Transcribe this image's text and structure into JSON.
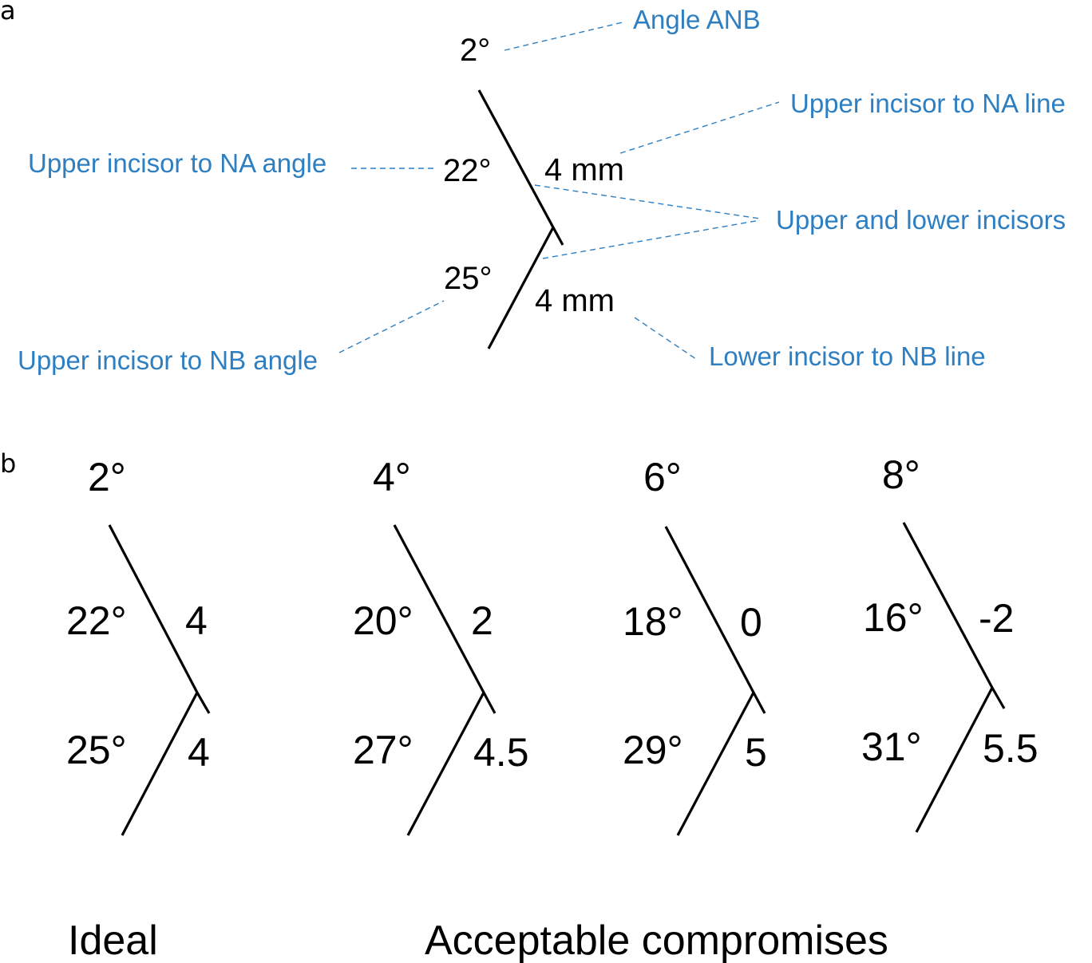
{
  "colors": {
    "annotation": "#2e7fc2",
    "ink": "#000000"
  },
  "panel_a": {
    "letter": "a",
    "anb_value": "2°",
    "upper_angle_value": "22°",
    "upper_distance_value": "4 mm",
    "lower_angle_value": "25°",
    "lower_distance_value": "4 mm",
    "labels": {
      "angle_anb": "Angle ANB",
      "upper_incisor_na_line": "Upper incisor to NA line",
      "upper_incisor_na_angle": "Upper incisor to NA angle",
      "upper_lower_incisors": "Upper and lower incisors",
      "upper_incisor_nb_angle": "Upper incisor to NB angle",
      "lower_incisor_nb_line": "Lower incisor to NB line"
    }
  },
  "panel_b": {
    "letter": "b",
    "cases": [
      {
        "anb": "2°",
        "upper_angle": "22°",
        "upper_distance": "4",
        "lower_angle": "25°",
        "lower_distance": "4"
      },
      {
        "anb": "4°",
        "upper_angle": "20°",
        "upper_distance": "2",
        "lower_angle": "27°",
        "lower_distance": "4.5"
      },
      {
        "anb": "6°",
        "upper_angle": "18°",
        "upper_distance": "0",
        "lower_angle": "29°",
        "lower_distance": "5"
      },
      {
        "anb": "8°",
        "upper_angle": "16°",
        "upper_distance": "-2",
        "lower_angle": "31°",
        "lower_distance": "5.5"
      }
    ],
    "ideal_label": "Ideal",
    "compromise_label": "Acceptable compromises"
  }
}
